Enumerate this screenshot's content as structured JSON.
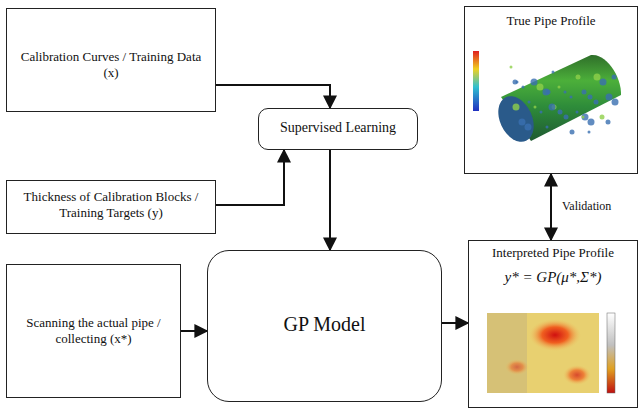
{
  "diagram": {
    "nodes": [
      {
        "text": [
          "Calibration Curves / Training Data (x)"
        ]
      },
      {
        "text": [
          "Thickness of Calibration Blocks / Training Targets (y)"
        ]
      },
      {
        "text": [
          "Supervised Learning"
        ]
      },
      {
        "text": [
          "Scanning the actual pipe / collecting (x*)"
        ]
      },
      {
        "text": [
          "GP Model"
        ]
      },
      {
        "text": [
          "True Pipe Profile"
        ]
      },
      {
        "text": [
          "Interpreted Pipe Profile",
          "y* = GP(μ*,Σ*)"
        ]
      }
    ],
    "edges": [
      {
        "from": 0,
        "to": 2,
        "arrow": "to"
      },
      {
        "from": 1,
        "to": 2,
        "arrow": "to"
      },
      {
        "from": 2,
        "to": 4,
        "arrow": "to"
      },
      {
        "from": 3,
        "to": 4,
        "arrow": "to"
      },
      {
        "from": 4,
        "to": 6,
        "arrow": "to"
      },
      {
        "from": 5,
        "to": 6,
        "label": "Validation",
        "arrow": "both"
      }
    ]
  }
}
